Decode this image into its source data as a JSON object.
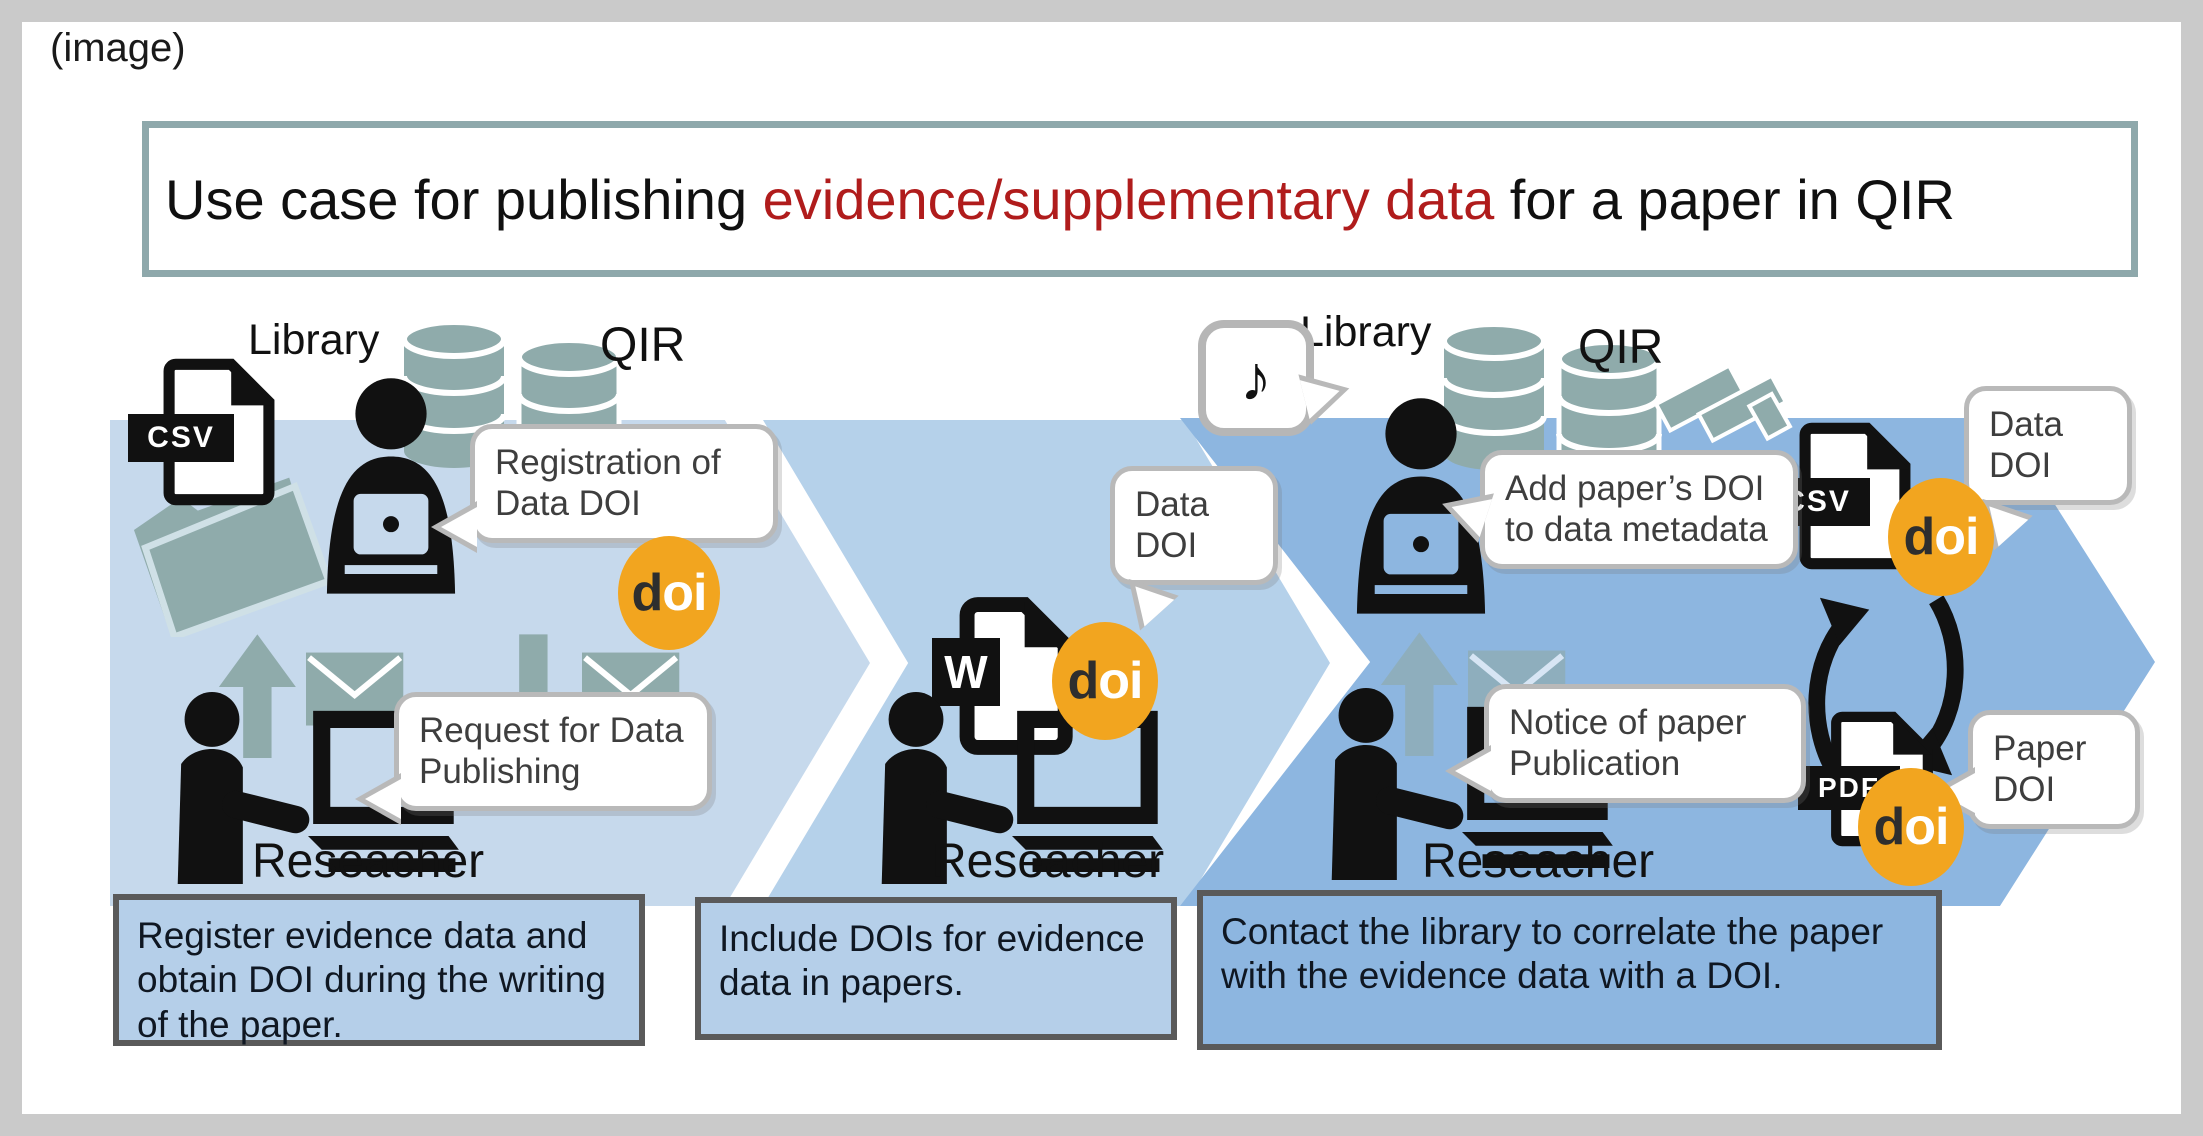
{
  "frame_label": "(image)",
  "title": {
    "pre": "Use case for publishing ",
    "highlight": "evidence/supplementary data",
    "post": " for a paper in QIR"
  },
  "colors": {
    "chevron1": "#c6d9ec",
    "chevron2": "#b5d1ea",
    "chevron3": "#8db6e0",
    "caption_light_bg": "#b5cfe9",
    "caption_dark_bg": "#8db6e0",
    "caption_border": "#5a5a5a",
    "teal_icon": "#8fabab",
    "doi_orange": "#f2a51f",
    "title_red": "#b01c1c",
    "bubble_border": "#b9b9b9",
    "outer_frame_gray": "#cacaca",
    "title_border": "#8ea8ab"
  },
  "doi_d": "d",
  "doi_oi": "oi",
  "music_note": "♪",
  "file_tags": {
    "csv": "CSV",
    "pdf": "PDF",
    "word": "W"
  },
  "sections": [
    {
      "library_label": "Library",
      "qir_label": "QIR",
      "researcher_label": "Reseacher",
      "bubble_registration": "Registration of Data DOI",
      "bubble_request": "Request for Data Publishing",
      "caption": "Register evidence data and obtain DOI during the writing of the paper."
    },
    {
      "researcher_label": "Reseacher",
      "bubble_data_doi": "Data DOI",
      "caption": "Include DOIs for evidence data in papers."
    },
    {
      "library_label": "Library",
      "qir_label": "QIR",
      "researcher_label": "Reseacher",
      "bubble_add_doi": "Add paper’s DOI to data metadata",
      "bubble_data_doi": "Data DOI",
      "bubble_notice": "Notice of paper Publication",
      "bubble_paper_doi": "Paper DOI",
      "caption": "Contact the library to correlate the paper with the evidence data with a DOI."
    }
  ]
}
